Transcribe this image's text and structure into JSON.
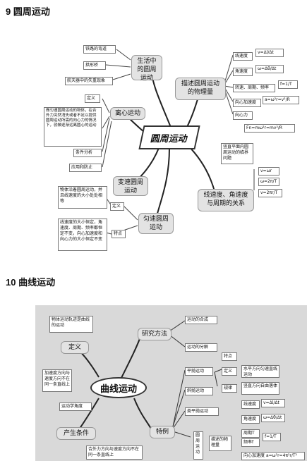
{
  "sec9": {
    "heading": "9 圆周运动",
    "center": "圆周运动",
    "topics": {
      "life": "生活中的圆周运动",
      "centrifugal": "离心运动",
      "quantities": "描述圆周运动的物理量",
      "variable": "变速圆周运动",
      "uniform": "匀速圆周运动",
      "relation": "线速度、角速度与周期的关系"
    },
    "life_items": [
      "铁路的弯道",
      "拱形桥",
      "航天器中的失重现象"
    ],
    "centri_items": [
      "定义",
      "做匀速圆周运动的物体，在合外力突然消失或者不足以提供圆周运动所需的向心力的情况下，就做逐渐远离圆心的运动",
      "条件分析",
      "应用和防止"
    ],
    "q_items": [
      "线速度",
      "角速度",
      "转速、周期、频率",
      "向心加速度",
      "向心力"
    ],
    "q_formulas": [
      "v=Δl/Δt",
      "ω=Δθ/Δt",
      "f=1/T",
      "a=ω²r=v²/R",
      "Fn=mω²r=mv²/R"
    ],
    "vertical_note": "竖直平面内圆周运动的临界问题",
    "rel_formulas": [
      "v=ωr",
      "ω=2π/T",
      "v=2πr/T"
    ],
    "uniform_def_text": "物体沿着圆周运动，并且线速度的大小处处相等",
    "uniform_def_label": "定义",
    "uniform_feat_text": "线速度的大小恒定，角速度、周期、频率都恒定不变，向心加速度和向心力的大小恒定不变",
    "uniform_feat_label": "特点"
  },
  "sec10": {
    "heading": "10 曲线运动",
    "center": "曲线运动",
    "topics": {
      "method": "研究方法",
      "definition": "定义",
      "condition": "产生条件",
      "examples": "特例"
    },
    "method_items": [
      "运动的合成",
      "运动的分解"
    ],
    "def_text": "物体运动轨迹是曲线的运动",
    "cond_item1": "加速度方向与速度方向不在同一条直线上",
    "cond_item2": "运动学角度",
    "cond_bottom": "合外力方向与速度方向不在同一条直线上",
    "right_items": [
      "特点",
      "平抛运动",
      "定义",
      "水平方向匀速直线运动",
      "规律",
      "竖直方向自由落体",
      "斜抛运动",
      "类平抛运动",
      "圆周运动",
      "描述的物理量",
      "线速度",
      "角速度",
      "周期T",
      "频率f",
      "向心加速度"
    ],
    "formulas": [
      "v=Δl/Δt",
      "ω=Δθ/Δt",
      "f=1/T",
      "a=ω²r=4π²r/T²"
    ]
  }
}
